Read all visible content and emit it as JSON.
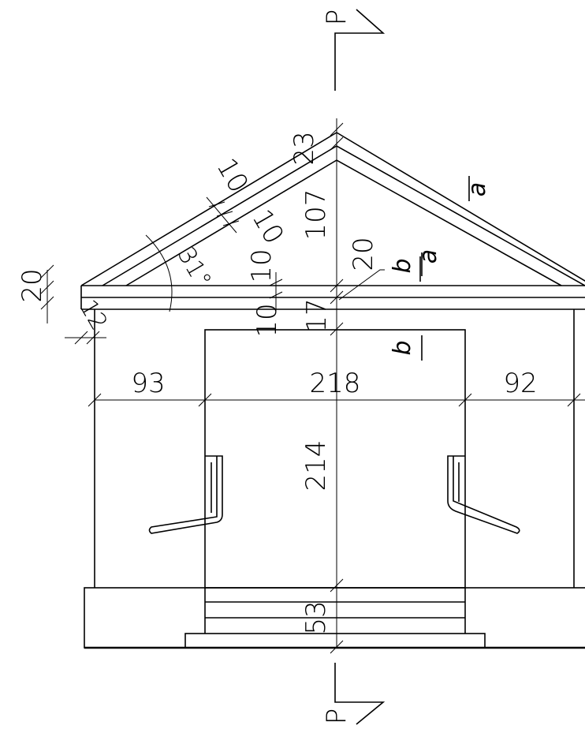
{
  "section_mark": "P",
  "dimensions": {
    "roof_ridge": "23",
    "roof_thickness_outer": "10",
    "roof_thickness_inner": "10",
    "roof_height": "107",
    "roof_angle": "31°",
    "beam_top_left": "20",
    "beam_thickness": "10",
    "beam_lower": "10",
    "overhang_left": "12",
    "eave_gap": "17",
    "inner_depth": "20",
    "left_wall": "93",
    "door_width": "218",
    "right_wall": "92",
    "door_height": "214",
    "step_height": "53"
  },
  "labels": {
    "a_upper": "a",
    "a_lower": "a",
    "b_upper": "b",
    "b_lower": "b"
  }
}
